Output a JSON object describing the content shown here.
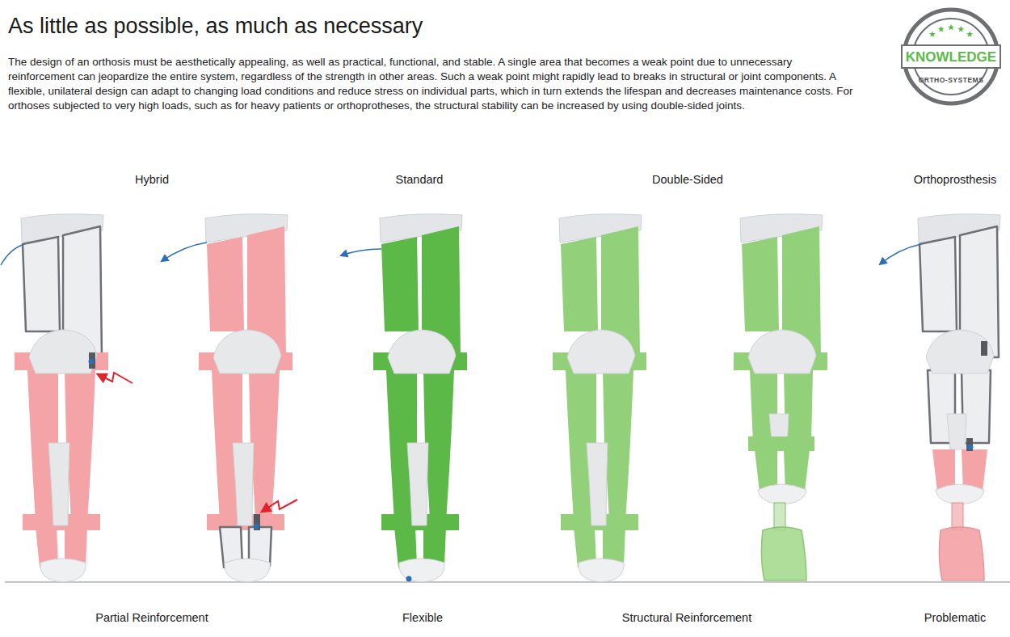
{
  "diagram": {
    "title": "As little as possible, as much as necessary",
    "nodes": [
      {
        "text": [
          "KNOWLEDGE",
          "ORTHO-SYSTEMS"
        ]
      }
    ],
    "labels": [
      "The design of an orthosis must be aesthetically appealing, as well as practical, functional, and stable. A single area that becomes a weak point due to unnecessary reinforcement can jeopardize the entire system, regardless of the strength in other areas. Such a weak point might rapidly lead to breaks in structural or joint components. A flexible, unilateral design can adapt to changing load conditions and reduce stress on individual parts, which in turn extends the lifespan and decreases maintenance costs. For orthoses subjected to very high loads, such as for heavy patients or orthoprotheses, the structural stability can be increased by using double-sided joints.",
      "Hybrid",
      "Standard",
      "Double-Sided",
      "Orthoprosthesis",
      "Partial Reinforcement",
      "Flexible",
      "Structural Reinforcement",
      "Problematic"
    ]
  }
}
